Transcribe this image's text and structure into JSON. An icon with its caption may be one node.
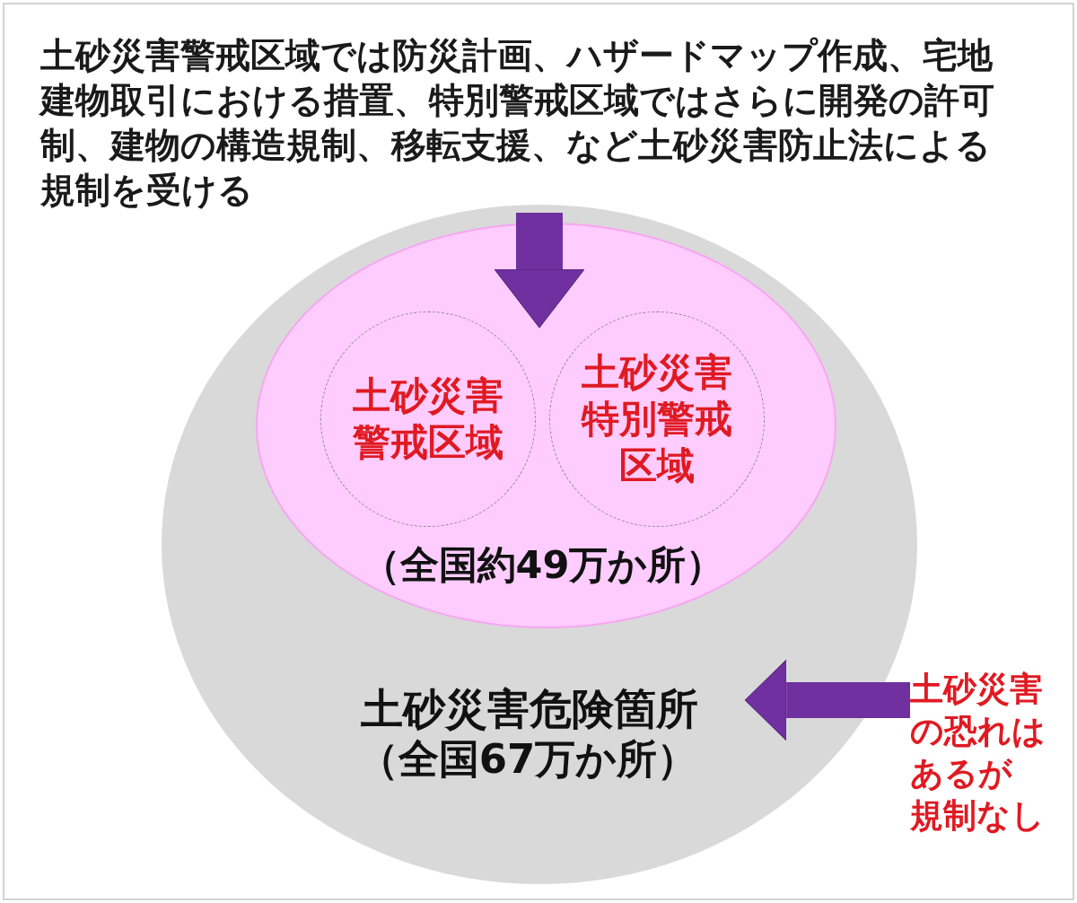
{
  "diagram": {
    "nodes": [
      {
        "text": [
          "土砂災害警戒区域では防災計画、ハザードマップ作成、宅地建物取引における措置、特別警戒区域ではさらに開発の許可制、建物の構造規制、移転支援、など土砂災害防止法による規制を受ける"
        ]
      },
      {
        "text": [
          "土砂災害危険箇所",
          "（全国67万か所）"
        ]
      },
      {
        "text": [
          "（全国約49万か所）"
        ],
        "in": 1
      },
      {
        "text": [
          "土砂災害警戒区域"
        ],
        "in": 2
      },
      {
        "text": [
          "土砂災害特別警戒区域"
        ],
        "in": 2
      },
      {
        "text": [
          "土砂災害の恐れはあるが規制なし"
        ]
      }
    ],
    "edges": [
      {
        "from": 0,
        "to": 2,
        "arrow": "to"
      },
      {
        "from": 5,
        "to": 1,
        "arrow": "to"
      }
    ]
  }
}
